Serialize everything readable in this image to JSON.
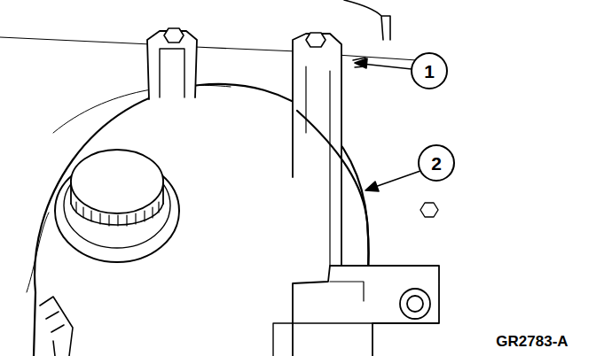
{
  "diagram": {
    "labels": [
      "1",
      "2",
      "GR2783-A"
    ]
  }
}
